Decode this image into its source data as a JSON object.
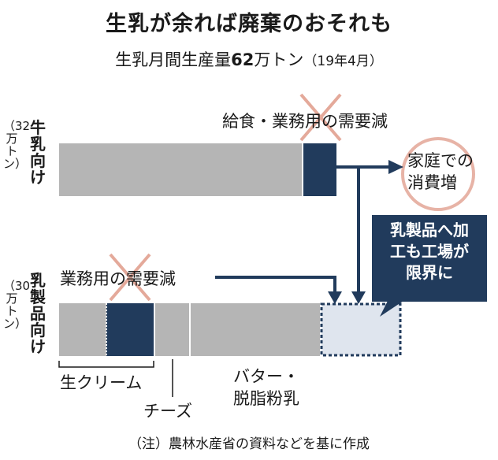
{
  "title": "生乳が余れば廃棄のおそれも",
  "subtitle": {
    "prefix": "生乳月間生産量",
    "amount": "62",
    "suffix": "万トン",
    "period": "（19年4月）"
  },
  "milk_row": {
    "label": "牛乳向け",
    "volume": "（32万トン）",
    "reduction_label": "給食・業務用の需要減",
    "home_label_1": "家庭での",
    "home_label_2": "消費増"
  },
  "dairy_row": {
    "label": "乳製品向け",
    "volume": "（30万トン）",
    "reduction_label": "業務用の需要減",
    "cream_label": "生クリーム",
    "cheese_label": "チーズ",
    "butter_label_1": "バター・",
    "butter_label_2": "脱脂粉乳"
  },
  "callout": {
    "line1": "乳製品へ加",
    "line2": "工も工場が",
    "line3": "限界に"
  },
  "note": "（注）農林水産省の資料などを基に作成",
  "colors": {
    "bar_gray": "#b5b5b5",
    "navy": "#213b5c",
    "light_blue": "#dfe5ee",
    "cross": "#e4a99a",
    "ring": "#e7b3a6"
  }
}
